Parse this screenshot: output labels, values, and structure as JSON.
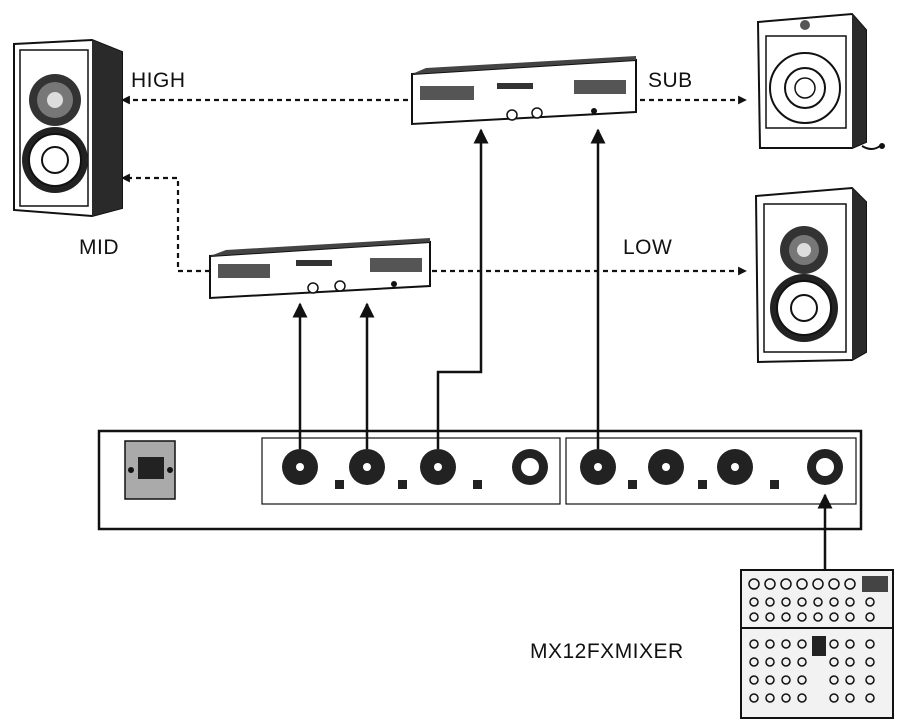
{
  "labels": {
    "high": "HIGH",
    "mid": "MID",
    "sub": "SUB",
    "low": "LOW",
    "mixer": "MX12FXMIXER"
  },
  "nodes": [
    "speaker-high-mid",
    "amplifier-top",
    "speaker-sub",
    "amplifier-bottom",
    "speaker-low",
    "crossover-unit",
    "mixer"
  ],
  "connections": [
    {
      "from": "amplifier-top",
      "to": "speaker-high-mid",
      "label": "HIGH",
      "style": "dashed"
    },
    {
      "from": "amplifier-bottom",
      "to": "speaker-high-mid",
      "label": "MID",
      "style": "dashed"
    },
    {
      "from": "amplifier-top",
      "to": "speaker-sub",
      "label": "SUB",
      "style": "dashed"
    },
    {
      "from": "amplifier-bottom",
      "to": "speaker-low",
      "label": "LOW",
      "style": "dashed"
    },
    {
      "from": "crossover-unit",
      "to": "amplifier-bottom",
      "style": "solid"
    },
    {
      "from": "crossover-unit",
      "to": "amplifier-bottom",
      "style": "solid"
    },
    {
      "from": "crossover-unit",
      "to": "amplifier-top",
      "style": "solid"
    },
    {
      "from": "crossover-unit",
      "to": "amplifier-top",
      "style": "solid"
    },
    {
      "from": "mixer",
      "to": "crossover-unit",
      "style": "solid"
    }
  ]
}
